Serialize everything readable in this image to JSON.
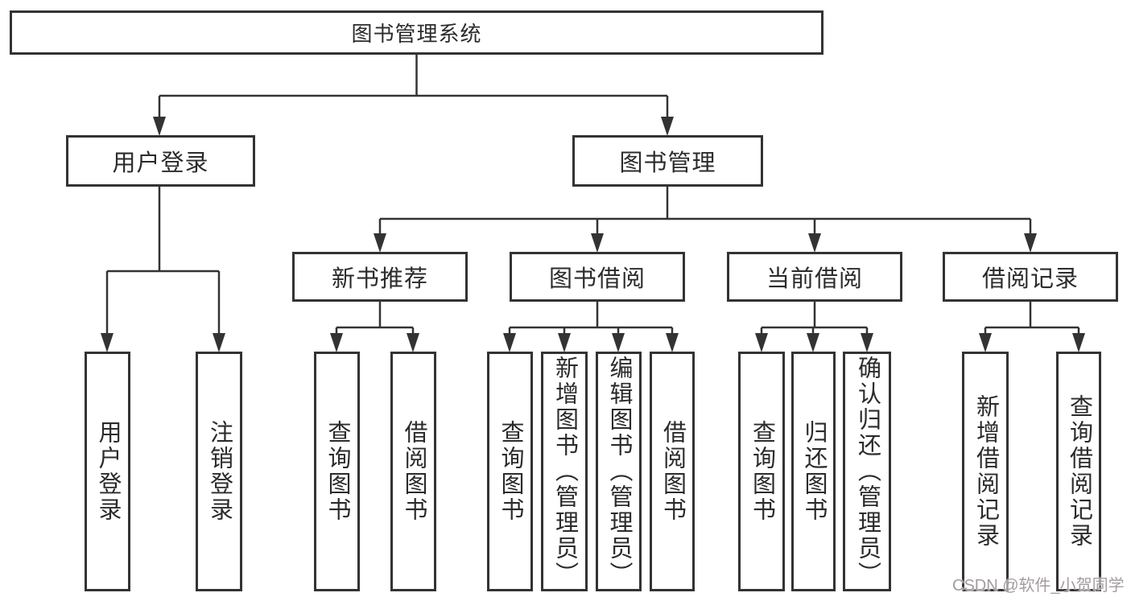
{
  "nodes": {
    "root": "图书管理系统",
    "user_login": "用户登录",
    "book_management": "图书管理",
    "new_book_recommend": "新书推荐",
    "book_borrow": "图书借阅",
    "current_borrow": "当前借阅",
    "borrow_records": "借阅记录",
    "ul_user_login": "用户登录",
    "ul_logout": "注销登录",
    "nb_query_books": "查询图书",
    "nb_borrow_books": "借阅图书",
    "bb_query_books": "查询图书",
    "bb_add_books": "新增图书（管理员）",
    "bb_edit_books": "编辑图书（管理员）",
    "bb_borrow_books": "借阅图书",
    "cb_query_books": "查询图书",
    "cb_return_books": "归还图书",
    "cb_confirm_return": "确认归还（管理员）",
    "br_add_record": "新增借阅记录",
    "br_query_record": "查询借阅记录"
  },
  "watermark": {
    "text": "CSDN @软件_小贺同学",
    "color": "#a49c9e"
  },
  "colors": {
    "line": "#333333",
    "box_border": "#333333",
    "text": "#2b2b2b",
    "background": "#ffffff"
  }
}
